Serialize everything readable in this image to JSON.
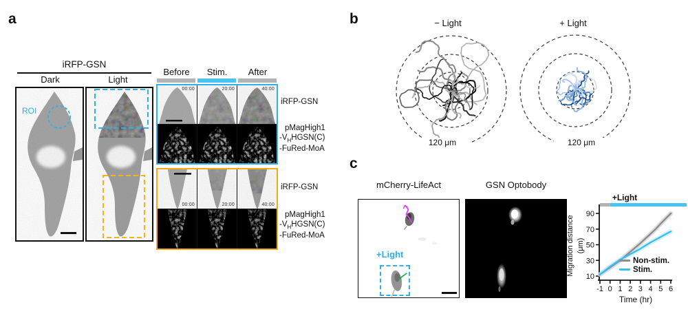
{
  "colors": {
    "accent_cyan": "#2fb1e8",
    "accent_orange": "#f7a91c",
    "bar_gray": "#b3b3b3",
    "stim_cyan": "#4ac3f2"
  },
  "figure": {
    "a": {
      "label": "a",
      "header": "iRFP-GSN",
      "col_dark": "Dark",
      "col_light": "Light",
      "roi": "ROI",
      "timelapse": {
        "headers": [
          "Before",
          "Stim.",
          "After"
        ],
        "timestamps": [
          "00:00",
          "20:00",
          "40:00"
        ],
        "blocks": [
          {
            "row1_label": "iRFP-GSN",
            "construct": {
              "line1": "pMagHigh1",
              "line2_pre": "-V",
              "line2_sub": "H",
              "line2_rest": "HGSN(C)",
              "line3": "-FuRed-MoA"
            }
          },
          {
            "row1_label": "iRFP-GSN",
            "construct": {
              "line1": "pMagHigh1",
              "line2_pre": "-V",
              "line2_sub": "H",
              "line2_rest": "HGSN(C)",
              "line3": "-FuRed-MoA"
            }
          }
        ]
      }
    },
    "b": {
      "label": "b",
      "plots": [
        {
          "title": "− Light",
          "scale_label": "120 μm",
          "track_count": 22,
          "spread": "wide",
          "palette": [
            "#151515",
            "#333333",
            "#4d4d4d",
            "#616161",
            "#757575",
            "#8a8a8a",
            "#9e9e9e",
            "#b3b3b3",
            "#c4c4c4"
          ]
        },
        {
          "title": "+ Light",
          "scale_label": "120 μm",
          "track_count": 20,
          "spread": "compact",
          "palette": [
            "#1d4f91",
            "#2f6bb0",
            "#4d85c3",
            "#6f9fd2",
            "#93b7df",
            "#b4ccea",
            "#cfdcf0",
            "#a3c0e5"
          ]
        }
      ]
    },
    "c": {
      "label": "c",
      "image_titles": [
        "mCherry-LifeAct",
        "GSN Optobody"
      ],
      "light_annotation": "+Light"
    }
  },
  "chart_data": {
    "type": "line",
    "title": "+Light",
    "xlabel": "Time (hr)",
    "ylabel": "Migration distance (μm)",
    "ylabel_lines": [
      "Migration distance",
      "(μm)"
    ],
    "x": [
      -1,
      -0.5,
      0,
      0.5,
      1,
      1.5,
      2,
      2.5,
      3,
      3.5,
      4,
      4.5,
      5,
      5.5,
      6
    ],
    "series": [
      {
        "name": "Non-stim.",
        "color": "#8c8c8c",
        "band_color": "#c6c6c6",
        "values": [
          12,
          16.5,
          21,
          25.5,
          30,
          35.5,
          41,
          46.5,
          52,
          58,
          64,
          70,
          77,
          83.5,
          90
        ]
      },
      {
        "name": "Stim.",
        "color": "#3bbdf0",
        "band_color": "#b5e6fa",
        "values": [
          12,
          17,
          22,
          26.5,
          31,
          34.5,
          38,
          41.5,
          45,
          49,
          53,
          56.5,
          60,
          63.5,
          67
        ]
      }
    ],
    "xticks": [
      -1,
      0,
      1,
      2,
      3,
      4,
      5,
      6
    ],
    "yticks": [
      10,
      30,
      50,
      70,
      90
    ],
    "ylim": [
      10,
      97
    ],
    "xlim": [
      -1,
      6
    ],
    "legend_position": "lower-right",
    "grid": false,
    "stimulus_bar": {
      "off_color": "#b3b3b3",
      "on_color": "#4ac3f2",
      "on_from_hr": 0
    }
  }
}
